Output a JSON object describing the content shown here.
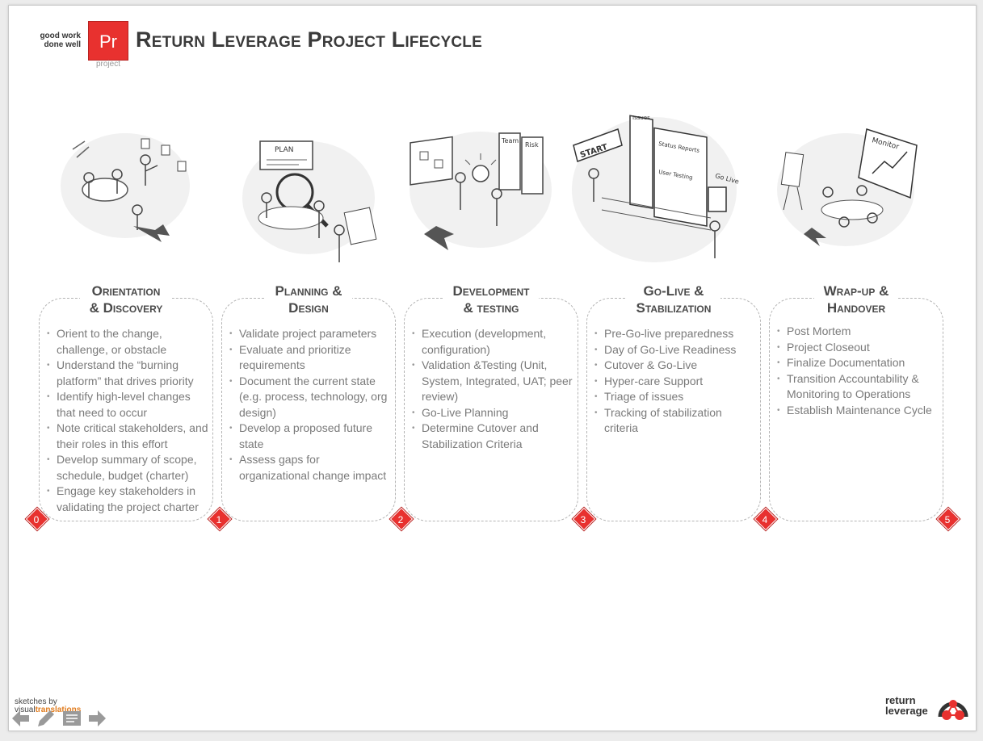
{
  "header": {
    "tagline_line1": "good work",
    "tagline_line2": "done well",
    "logo_text": "Pr",
    "logo_sub": "project",
    "title": "Return Leverage Project Lifecycle"
  },
  "colors": {
    "accent": "#e8312f",
    "text": "#7a7a7a",
    "heading": "#4a4a4a"
  },
  "phases": [
    {
      "title_line1": "Orientation",
      "title_line2": "& Discovery",
      "items": [
        "Orient to the change, challenge, or obstacle",
        "Understand the “burning platform” that drives priority",
        "Identify high-level changes that need to occur",
        "Note critical stakeholders, and their roles in this effort",
        "Develop summary of scope, schedule, budget (charter)",
        "Engage key stakeholders in validating the project charter"
      ]
    },
    {
      "title_line1": "Planning &",
      "title_line2": "Design",
      "items": [
        "Validate project parameters",
        "Evaluate and prioritize requirements",
        "Document the current state (e.g. process, technology, org design)",
        "Develop a proposed future state",
        "Assess gaps for organizational change impact"
      ]
    },
    {
      "title_line1": "Development",
      "title_line2": "& testing",
      "items": [
        "Execution (development, configuration)",
        "Validation &Testing (Unit, System, Integrated, UAT; peer review)",
        "Go-Live Planning",
        "Determine Cutover and Stabilization Criteria"
      ]
    },
    {
      "title_line1": "Go-Live &",
      "title_line2": "Stabilization",
      "items": [
        "Pre-Go-live preparedness",
        "Day of Go-Live Readiness",
        "Cutover & Go-Live",
        "Hyper-care Support",
        "Triage of issues",
        "Tracking of stabilization criteria"
      ]
    },
    {
      "title_line1": "Wrap-up &",
      "title_line2": "Handover",
      "items": [
        "Post Mortem",
        "Project Closeout",
        "Finalize Documentation",
        "Transition Accountability & Monitoring to Operations",
        "Establish Maintenance Cycle"
      ]
    }
  ],
  "markers": [
    "0",
    "1",
    "2",
    "3",
    "4",
    "5"
  ],
  "sketch_labels": {
    "planning": "PLAN",
    "dev_a": "Team",
    "dev_b": "Risk",
    "golive_a": "START",
    "golive_b": "Issues",
    "golive_c": "Status Reports",
    "golive_d": "User Testing",
    "golive_e": "Go Live",
    "wrapup": "Monitor"
  },
  "footer": {
    "credit_line1": "sketches by",
    "credit_a": "visual",
    "credit_b": "translations",
    "brand_line1": "return",
    "brand_line2": "leverage"
  },
  "icons": [
    "back-arrow-icon",
    "pencil-icon",
    "notes-icon",
    "forward-arrow-icon",
    "return-leverage-logo-icon"
  ]
}
